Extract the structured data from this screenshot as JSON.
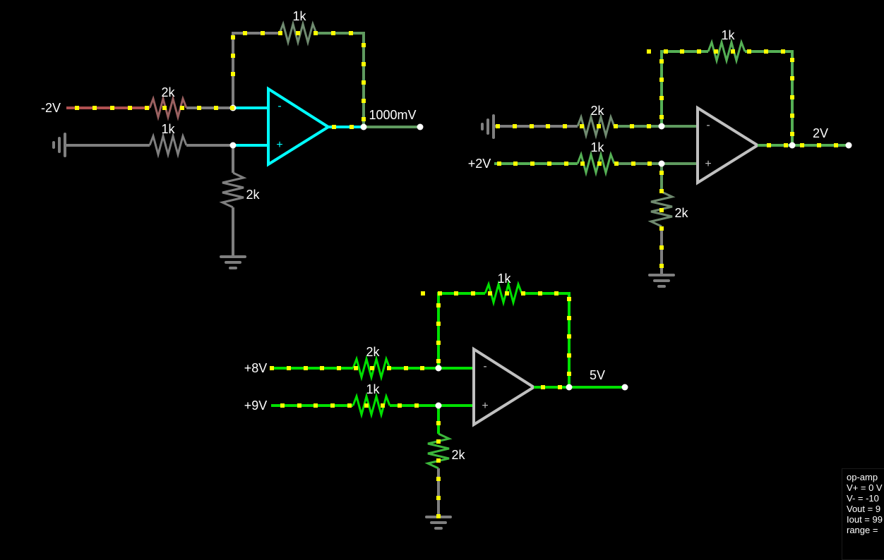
{
  "colors": {
    "background": "#000000",
    "wire_gray": "#7f7f7f",
    "wire_dim_green": "#5f9a5f",
    "wire_mid_green": "#55b055",
    "wire_bright_green": "#00e000",
    "wire_red": "#b05050",
    "selected": "#00ffff",
    "opamp_body": "#c0c0c0",
    "current_dot": "#ffff00",
    "node": "#ffffff"
  },
  "circuits": [
    {
      "id": "circuit-1",
      "input_label": "-2V",
      "r_in_neg": "2k",
      "r_in_pos": "1k",
      "r_feedback": "1k",
      "r_ground": "2k",
      "output_label": "1000mV",
      "opamp_minus": "-",
      "opamp_plus": "+"
    },
    {
      "id": "circuit-2",
      "input_label": "+2V",
      "r_in_neg": "2k",
      "r_in_pos": "1k",
      "r_feedback": "1k",
      "r_ground": "2k",
      "output_label": "2V",
      "opamp_minus": "-",
      "opamp_plus": "+"
    },
    {
      "id": "circuit-3",
      "input_neg_label": "+8V",
      "input_pos_label": "+9V",
      "r_in_neg": "2k",
      "r_in_pos": "1k",
      "r_feedback": "1k",
      "r_ground": "2k",
      "output_label": "5V",
      "opamp_minus": "-",
      "opamp_plus": "+"
    }
  ],
  "info_panel": {
    "lines": [
      "op-amp",
      "V+ = 0 V",
      "V- = -10",
      "Vout = 9",
      "Iout = 99",
      "range ="
    ]
  }
}
